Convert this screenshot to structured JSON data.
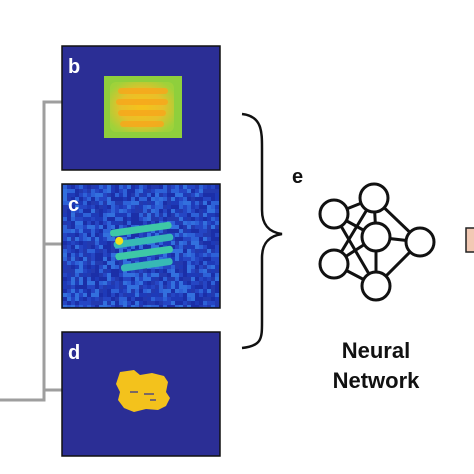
{
  "colors": {
    "panel_background": "#2b2e95",
    "connector": "#9e9e9e",
    "outline": "#111111",
    "heatmap_green": "#8fcf3c",
    "heatmap_yellow": "#f0c018",
    "noise_blue": "#2d62d8",
    "partial_box": "#f2c9b4"
  },
  "panels": [
    {
      "label": "b",
      "content": "smoothed-heatmap"
    },
    {
      "label": "c",
      "content": "noisy-heatmap"
    },
    {
      "label": "d",
      "content": "segmented-mask"
    }
  ],
  "network": {
    "label": "e",
    "caption_line1": "Neural",
    "caption_line2": "Network",
    "icon": "neural-network-icon"
  }
}
